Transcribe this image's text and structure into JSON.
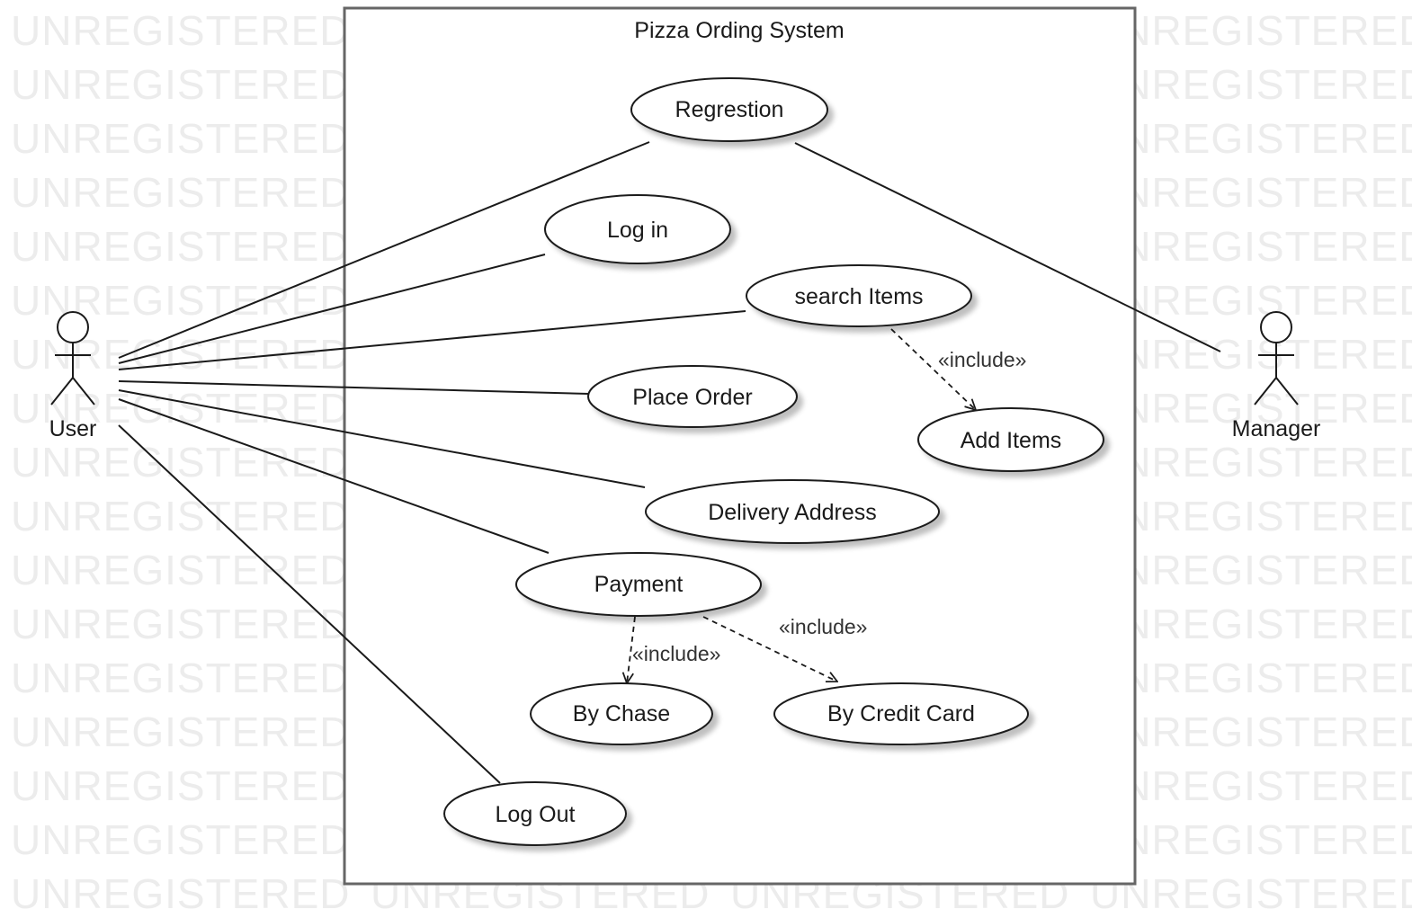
{
  "diagram": {
    "system_title": "Pizza Ording System",
    "watermark_text": "UNREGISTERED",
    "actors": {
      "user": "User",
      "manager": "Manager"
    },
    "use_cases": {
      "registration": "Regrestion",
      "login": "Log in",
      "search_items": "search Items",
      "add_items": "Add Items",
      "place_order": "Place Order",
      "delivery_address": "Delivery Address",
      "payment": "Payment",
      "by_chase": "By Chase",
      "by_credit_card": "By Credit Card",
      "log_out": "Log Out"
    },
    "include_labels": {
      "search_to_add": "«include»",
      "payment_to_chase": "«include»",
      "payment_to_credit": "«include»"
    },
    "associations": [
      [
        "User",
        "Regrestion"
      ],
      [
        "User",
        "Log in"
      ],
      [
        "User",
        "search Items"
      ],
      [
        "User",
        "Place Order"
      ],
      [
        "User",
        "Delivery Address"
      ],
      [
        "User",
        "Payment"
      ],
      [
        "User",
        "Log Out"
      ],
      [
        "Manager",
        "Regrestion"
      ]
    ],
    "colors": {
      "line": "#1a1a1a",
      "watermark": "#ececec",
      "ellipse_shadow": "#d8d8d8",
      "system_border": "#666666"
    }
  }
}
